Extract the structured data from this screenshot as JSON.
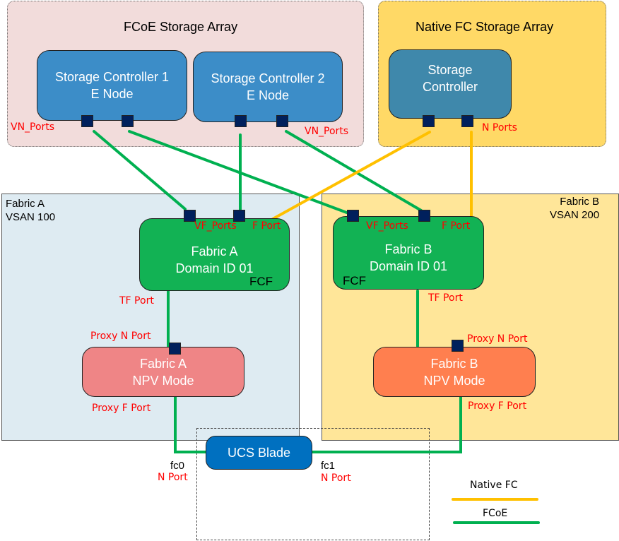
{
  "colors": {
    "fcoe_line": "#00b050",
    "native_fc_line": "#ffc000",
    "port": "#00205c",
    "port_label": "#ff0000",
    "fcoe_array_bg": "#f2dcdb",
    "native_array_bg": "#ffd966",
    "fabric_a_bg": "#deebf2",
    "fabric_b_bg": "#ffe699",
    "storage_controller": "#3c8dc8",
    "native_controller": "#3f88ab",
    "fcf": "#12b254",
    "npv_a": "#ef8586",
    "npv_b": "#ff7f4f",
    "ucs_blade": "#0070c0"
  },
  "fcoe_array": {
    "title": "FCoE Storage Array",
    "controller1": {
      "line1": "Storage Controller 1",
      "line2": "E Node"
    },
    "controller2": {
      "line1": "Storage Controller 2",
      "line2": "E Node"
    },
    "vn_ports_left": "VN_Ports",
    "vn_ports_right": "VN_Ports"
  },
  "native_array": {
    "title": "Native FC Storage Array",
    "controller": {
      "line1": "Storage",
      "line2": "Controller"
    },
    "n_ports": "N Ports"
  },
  "fabric_a": {
    "label_line1": "Fabric A",
    "label_line2": "VSAN 100",
    "fcf": {
      "line1": "Fabric A",
      "line2": "Domain ID 01",
      "tag": "FCF"
    },
    "vf_ports": "VF_Ports",
    "f_port": "F Port",
    "tf_port": "TF Port",
    "proxy_n_port": "Proxy N Port",
    "npv": {
      "line1": "Fabric A",
      "line2": "NPV Mode"
    },
    "proxy_f_port": "Proxy F Port"
  },
  "fabric_b": {
    "label_line1": "Fabric B",
    "label_line2": "VSAN 200",
    "fcf": {
      "line1": "Fabric B",
      "line2": "Domain ID 01",
      "tag": "FCF"
    },
    "vf_ports": "VF_Ports",
    "f_port": "F Port",
    "tf_port": "TF Port",
    "proxy_n_port": "Proxy N Port",
    "npv": {
      "line1": "Fabric B",
      "line2": "NPV Mode"
    },
    "proxy_f_port": "Proxy F Port"
  },
  "ucs": {
    "blade": "UCS Blade",
    "fc0": "fc0",
    "fc0_port": "N Port",
    "fc1": "fc1",
    "fc1_port": "N Port"
  },
  "legend": {
    "items": [
      {
        "label": "Native FC",
        "type": "native_fc"
      },
      {
        "label": "FCoE",
        "type": "fcoe"
      }
    ]
  }
}
